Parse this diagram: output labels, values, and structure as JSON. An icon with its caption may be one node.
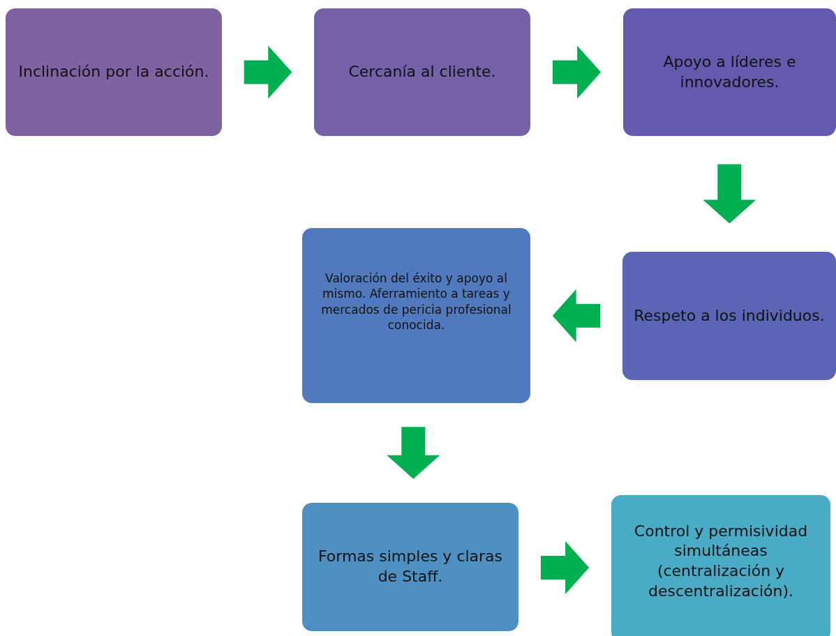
{
  "diagram": {
    "nodes": [
      {
        "text": [
          "Inclinación por la acción."
        ]
      },
      {
        "text": [
          "Cercanía al cliente."
        ]
      },
      {
        "text": [
          "Apoyo a líderes e innovadores."
        ]
      },
      {
        "text": [
          "Respeto a los individuos."
        ]
      },
      {
        "text": [
          "Valoración del éxito y apoyo al mismo. Aferramiento a tareas y mercados de pericia profesional conocida."
        ]
      },
      {
        "text": [
          "Formas simples y claras de Staff."
        ]
      },
      {
        "text": [
          "Control y permisividad simultáneas (centralización y descentralización)."
        ]
      }
    ],
    "edges": [
      {
        "from": 0,
        "to": 1,
        "arrow": "to"
      },
      {
        "from": 1,
        "to": 2,
        "arrow": "to"
      },
      {
        "from": 2,
        "to": 3,
        "arrow": "to"
      },
      {
        "from": 3,
        "to": 4,
        "arrow": "to"
      },
      {
        "from": 4,
        "to": 5,
        "arrow": "to"
      },
      {
        "from": 5,
        "to": 6,
        "arrow": "to"
      }
    ]
  }
}
